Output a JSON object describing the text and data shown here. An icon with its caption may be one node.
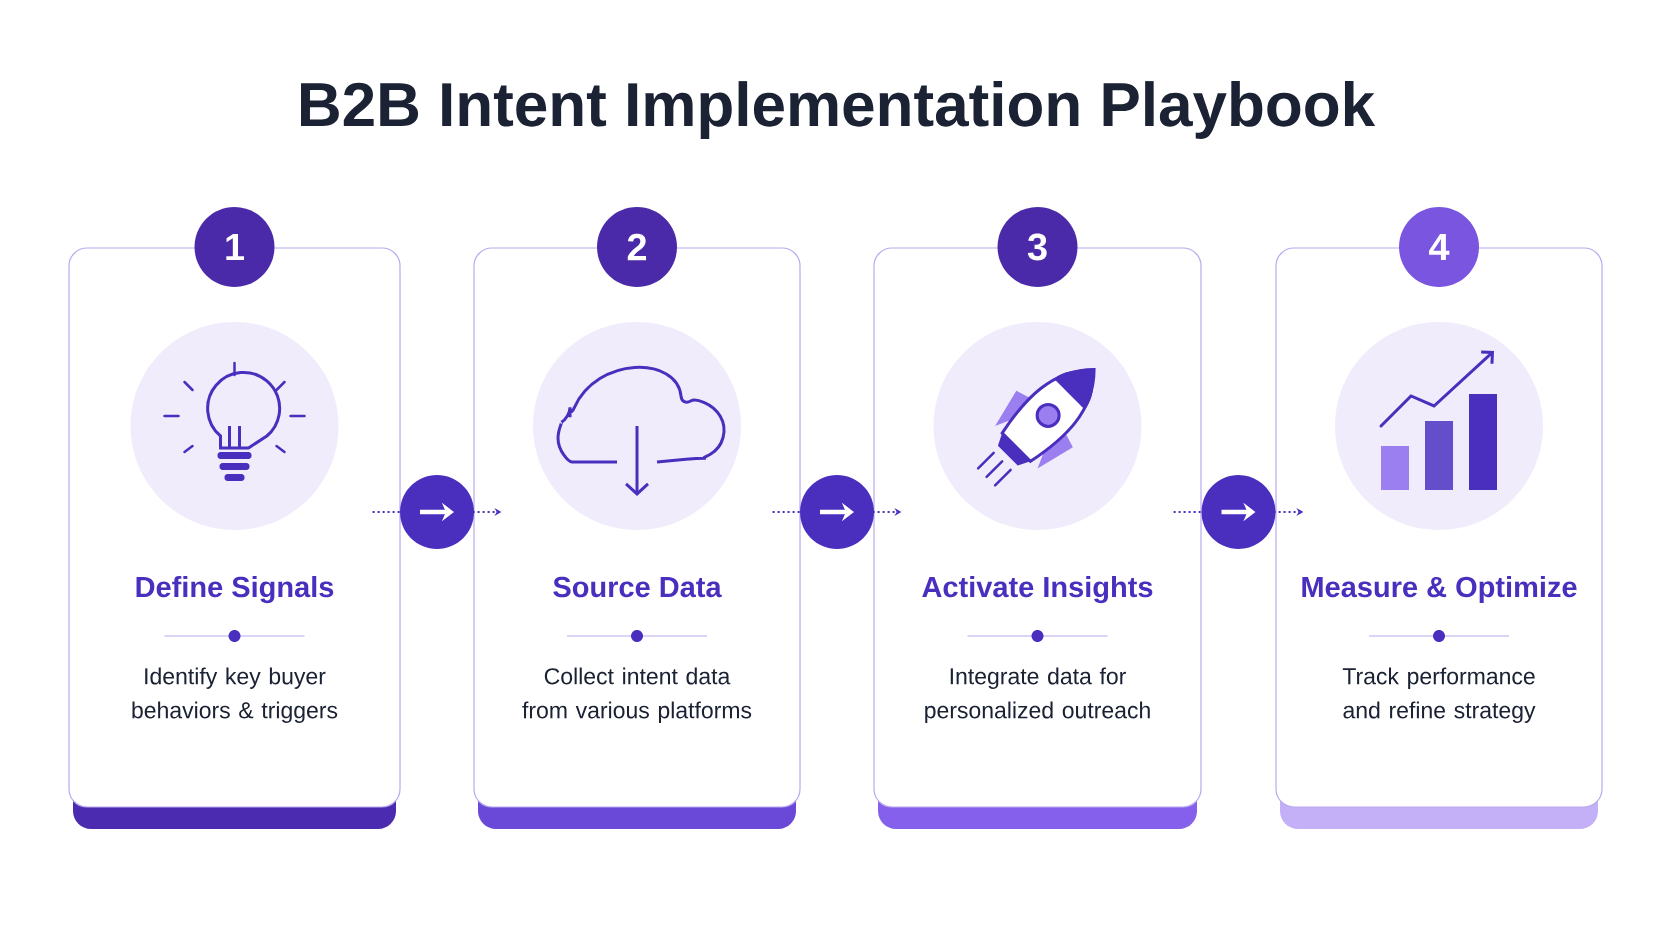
{
  "diagram": {
    "title": "B2B Intent Implementation Playbook",
    "nodes": [
      {
        "text": [
          "1"
        ]
      },
      {
        "text": [
          "Define Signals",
          "Identify key buyer behaviors & triggers"
        ]
      },
      {
        "text": [
          "2"
        ]
      },
      {
        "text": [
          "Source Data",
          "Collect intent data from various platforms"
        ]
      },
      {
        "text": [
          "3"
        ]
      },
      {
        "text": [
          "Activate Insights",
          "Integrate data for personalized outreach"
        ]
      },
      {
        "text": [
          "4"
        ]
      },
      {
        "text": [
          "Measure & Optimize",
          "Track performance and refine strategy"
        ]
      }
    ],
    "edges": [
      {
        "from": 1,
        "to": 3,
        "arrow": "to",
        "style": "dashed"
      },
      {
        "from": 3,
        "to": 5,
        "arrow": "to",
        "style": "dashed"
      },
      {
        "from": 5,
        "to": 7,
        "arrow": "to",
        "style": "dashed"
      }
    ]
  }
}
